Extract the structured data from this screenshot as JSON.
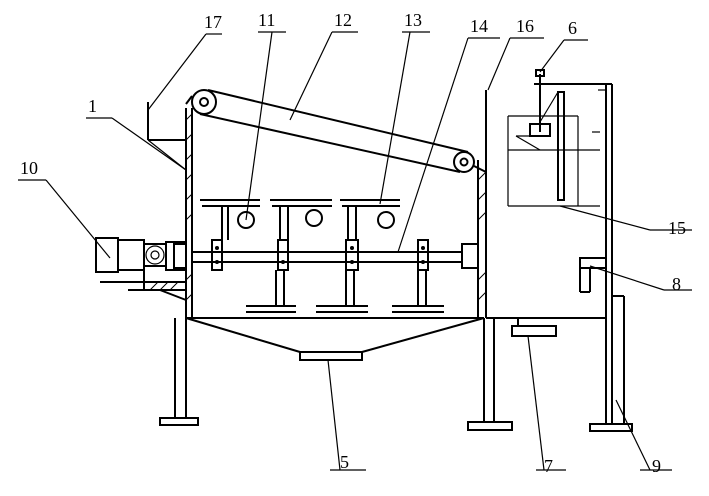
{
  "diagram": {
    "labels": [
      {
        "id": "label-1",
        "text": "1"
      },
      {
        "id": "label-17",
        "text": "17"
      },
      {
        "id": "label-11",
        "text": "11"
      },
      {
        "id": "label-12",
        "text": "12"
      },
      {
        "id": "label-13",
        "text": "13"
      },
      {
        "id": "label-14",
        "text": "14"
      },
      {
        "id": "label-16",
        "text": "16"
      },
      {
        "id": "label-6",
        "text": "6"
      },
      {
        "id": "label-10",
        "text": "10"
      },
      {
        "id": "label-15",
        "text": "15"
      },
      {
        "id": "label-8",
        "text": "8"
      },
      {
        "id": "label-5",
        "text": "5"
      },
      {
        "id": "label-7",
        "text": "7"
      },
      {
        "id": "label-9",
        "text": "9"
      }
    ]
  }
}
